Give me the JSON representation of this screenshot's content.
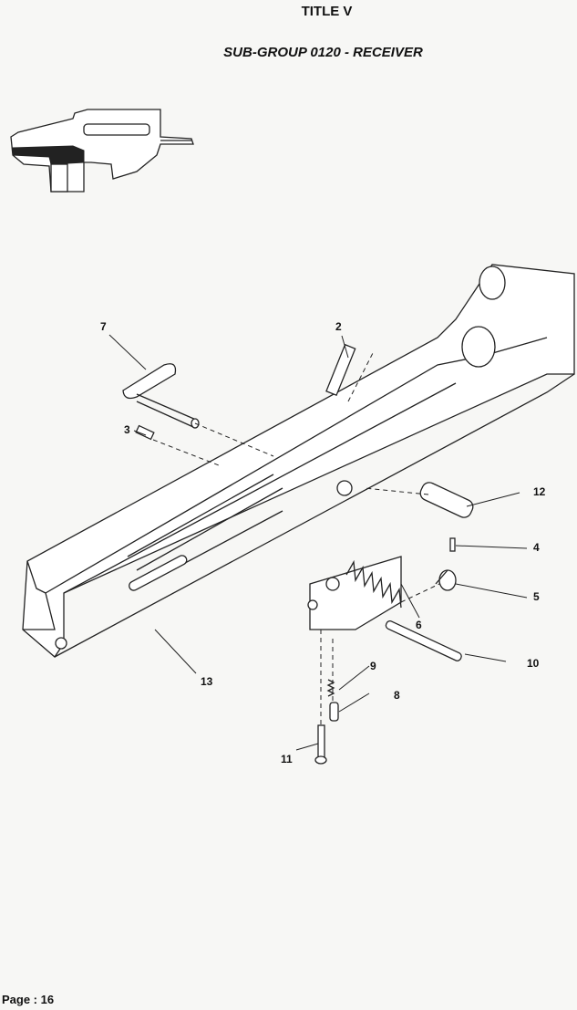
{
  "header": {
    "title": "TITLE V",
    "subtitle": "SUB-GROUP 0120 - RECEIVER"
  },
  "diagram": {
    "callouts": [
      "7",
      "2",
      "3",
      "12",
      "4",
      "5",
      "6",
      "10",
      "9",
      "8",
      "11",
      "13"
    ]
  },
  "footer": {
    "page_label": "Page : 16"
  }
}
